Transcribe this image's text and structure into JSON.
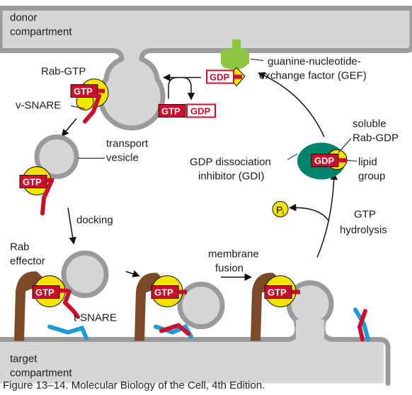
{
  "labels": {
    "donor": [
      "donor",
      "compartment"
    ],
    "target": [
      "target",
      "compartment"
    ],
    "rab_gtp": "Rab-GTP",
    "v_snare": "v-SNARE",
    "transport_vesicle": [
      "transport",
      "vesicle"
    ],
    "docking": "docking",
    "rab_effector": [
      "Rab",
      "effector"
    ],
    "t_snare": "t-SNARE",
    "membrane_fusion": [
      "membrane",
      "fusion"
    ],
    "gef": [
      "guanine-nucleotide-",
      "exchange factor (GEF)"
    ],
    "soluble_rab_gdp": [
      "soluble",
      "Rab-GDP"
    ],
    "gdi": [
      "GDP dissociation",
      "inhibitor (GDI)"
    ],
    "lipid_group": [
      "lipid",
      "group"
    ],
    "gtp_hydrolysis": [
      "GTP",
      "hydrolysis"
    ],
    "pi": "P",
    "pi_sub": "i"
  },
  "tags": {
    "gtp": "GTP",
    "gdp": "GDP"
  },
  "caption": "Figure 13–14. Molecular Biology of the Cell, 4th Edition.",
  "colors": {
    "membrane": "#9a9a9a",
    "rab": "#f5e400",
    "gtp_tag": "#c8102e",
    "snare_v": "#c8102e",
    "snare_t": "#1e9bd7",
    "effector": "#7a4a2a",
    "gef": "#8cc63f",
    "gdi": "#00836a",
    "arrow": "#111111"
  }
}
